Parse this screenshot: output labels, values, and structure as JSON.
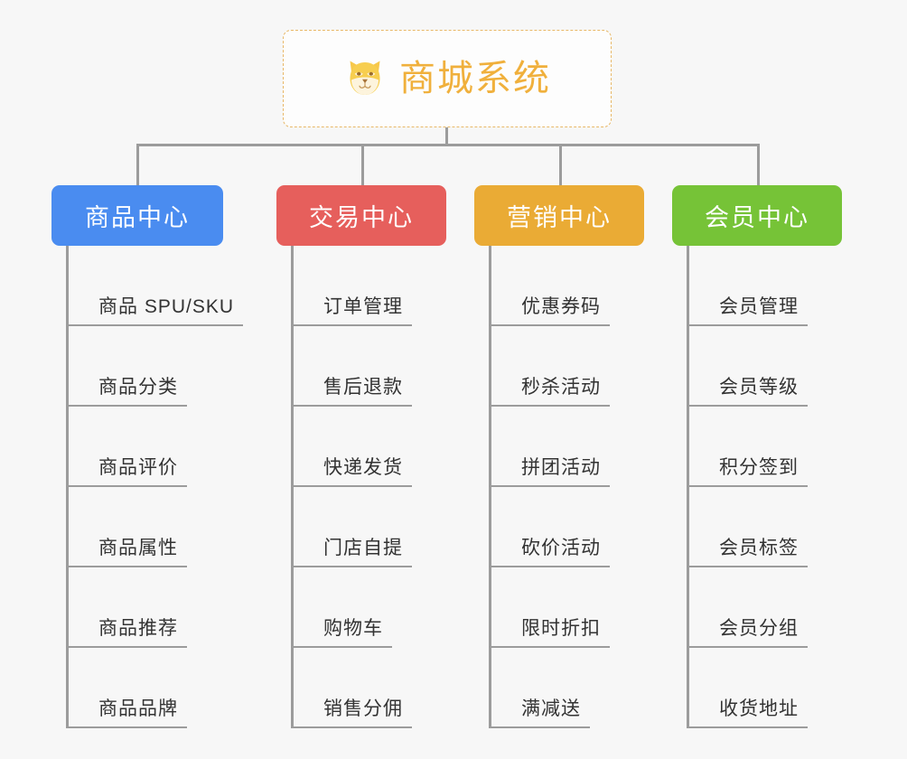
{
  "page": {
    "background_color": "#f7f7f7",
    "line_color": "#9c9c9c"
  },
  "root": {
    "title": "商城系统",
    "icon": "shiba-dog-face-icon",
    "text_color": "#f0b03c",
    "border_color": "#e8b868",
    "background_color": "#fdfdfd"
  },
  "categories": [
    {
      "label": "商品中心",
      "color": "#4a8cf0",
      "items": [
        {
          "label": "商品 SPU/SKU"
        },
        {
          "label": "商品分类"
        },
        {
          "label": "商品评价"
        },
        {
          "label": "商品属性"
        },
        {
          "label": "商品推荐"
        },
        {
          "label": "商品品牌"
        }
      ]
    },
    {
      "label": "交易中心",
      "color": "#e65f5c",
      "items": [
        {
          "label": "订单管理"
        },
        {
          "label": "售后退款"
        },
        {
          "label": "快递发货"
        },
        {
          "label": "门店自提"
        },
        {
          "label": "购物车"
        },
        {
          "label": "销售分佣"
        }
      ]
    },
    {
      "label": "营销中心",
      "color": "#eaab35",
      "items": [
        {
          "label": "优惠券码"
        },
        {
          "label": "秒杀活动"
        },
        {
          "label": "拼团活动"
        },
        {
          "label": "砍价活动"
        },
        {
          "label": "限时折扣"
        },
        {
          "label": "满减送"
        }
      ]
    },
    {
      "label": "会员中心",
      "color": "#76c337",
      "items": [
        {
          "label": "会员管理"
        },
        {
          "label": "会员等级"
        },
        {
          "label": "积分签到"
        },
        {
          "label": "会员标签"
        },
        {
          "label": "会员分组"
        },
        {
          "label": "收货地址"
        }
      ]
    }
  ]
}
